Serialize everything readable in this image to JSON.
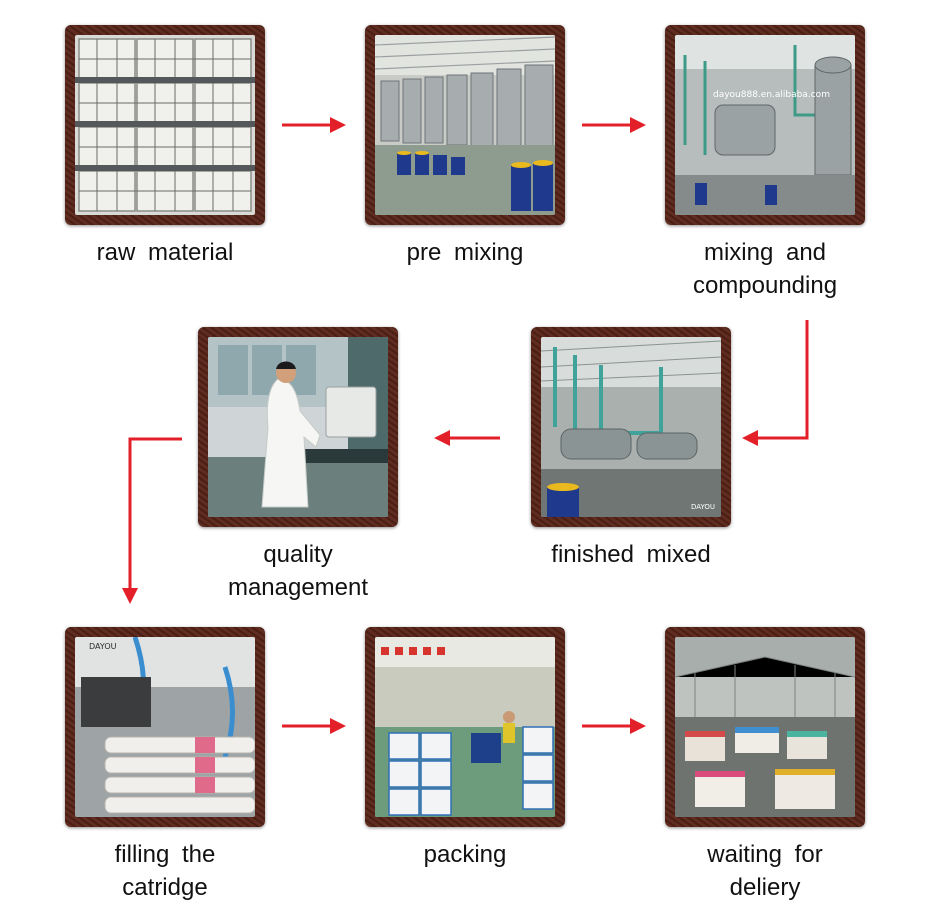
{
  "steps": [
    {
      "label_lines": [
        "raw  material"
      ],
      "photo": "ibc-totes-photo",
      "watermark": ""
    },
    {
      "label_lines": [
        "pre  mixing"
      ],
      "photo": "mixing-tanks-photo",
      "watermark": ""
    },
    {
      "label_lines": [
        "mixing  and",
        "compounding"
      ],
      "photo": "compounding-plant-photo",
      "watermark": "dayou888.en.alibaba.com"
    },
    {
      "label_lines": [
        "finished  mixed"
      ],
      "photo": "pipework-mixers-photo",
      "watermark": "DAYOU"
    },
    {
      "label_lines": [
        "quality",
        "management"
      ],
      "photo": "lab-technician-photo",
      "watermark": ""
    },
    {
      "label_lines": [
        "filling  the",
        "catridge"
      ],
      "photo": "filling-machine-photo",
      "watermark": "DAYOU"
    },
    {
      "label_lines": [
        "packing"
      ],
      "photo": "packing-line-photo",
      "watermark": ""
    },
    {
      "label_lines": [
        "waiting  for",
        "deliery"
      ],
      "photo": "warehouse-photo",
      "watermark": ""
    }
  ],
  "colors": {
    "arrow": "#e3202a",
    "frame": "#5a2418",
    "caption": "#111111"
  }
}
